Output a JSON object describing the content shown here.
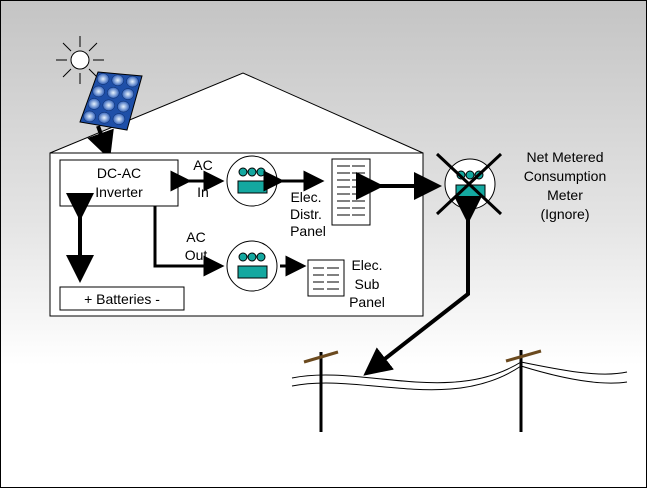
{
  "inverter": {
    "line1": "DC-AC",
    "line2": "Inverter"
  },
  "ac_in": {
    "line1": "AC",
    "line2": "In"
  },
  "ac_out": {
    "line1": "AC",
    "line2": "Out"
  },
  "distr_panel": {
    "line1": "Elec.",
    "line2": "Distr.",
    "line3": "Panel"
  },
  "sub_panel": {
    "line1": "Elec.",
    "line2": "Sub",
    "line3": "Panel"
  },
  "batteries": {
    "label": "+ Batteries -"
  },
  "net_meter": {
    "line1": "Net Metered",
    "line2": "Consumption",
    "line3": "Meter",
    "line4": "(Ignore)"
  },
  "colors": {
    "meter_fill": "#14a8a0",
    "panel_blue": "#3a6fd0",
    "pole": "#6b4a1f"
  }
}
